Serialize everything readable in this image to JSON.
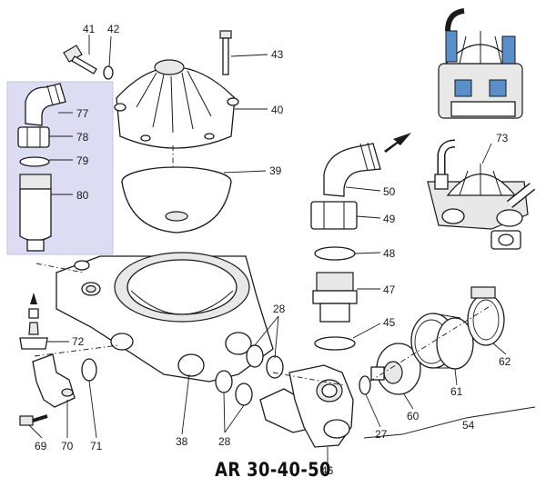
{
  "caption": "AR 30-40-50",
  "colors": {
    "highlight_box": "#dcdcf2",
    "line": "#1a1a1a",
    "pump_accent": "#5b8fc9"
  },
  "callouts": {
    "c41": "41",
    "c42": "42",
    "c43": "43",
    "c40": "40",
    "c77": "77",
    "c78": "78",
    "c79": "79",
    "c80": "80",
    "c39": "39",
    "c50": "50",
    "c49": "49",
    "c48": "48",
    "c47": "47",
    "c45": "45",
    "c73": "73",
    "c72": "72",
    "c28a": "28",
    "c28b": "28",
    "c38": "38",
    "c69": "69",
    "c70": "70",
    "c71": "71",
    "c46": "46",
    "c27": "27",
    "c60": "60",
    "c61": "61",
    "c62": "62",
    "c54": "54"
  }
}
